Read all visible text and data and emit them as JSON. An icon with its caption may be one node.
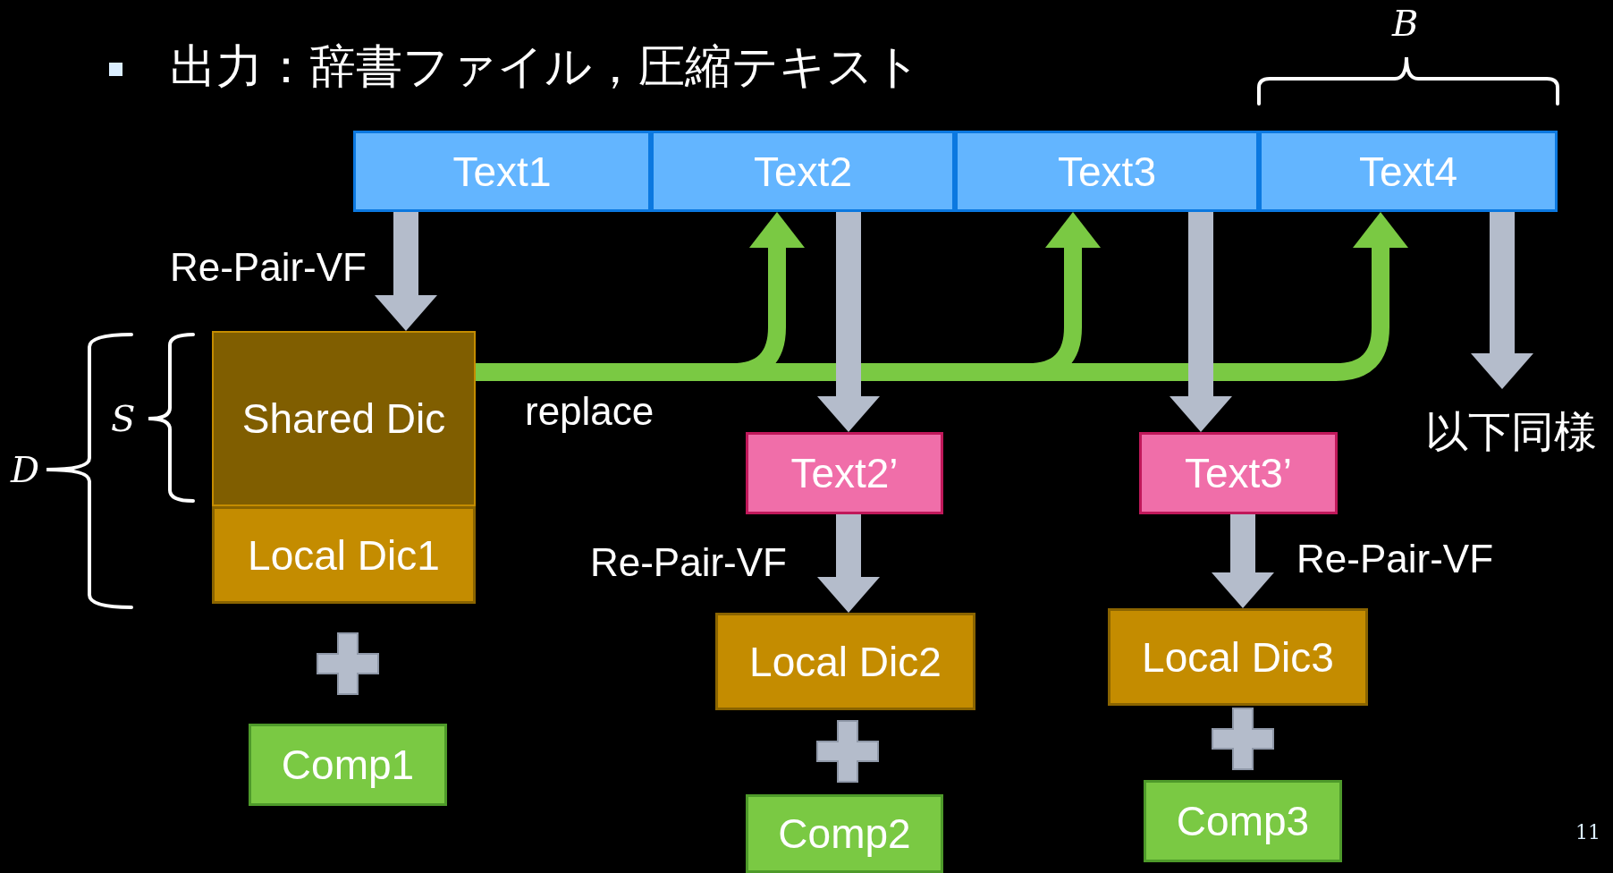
{
  "diagram": {
    "nodes": [
      {
        "text": [
          "Text1"
        ]
      },
      {
        "text": [
          "Text2"
        ]
      },
      {
        "text": [
          "Text3"
        ]
      },
      {
        "text": [
          "Text4"
        ]
      },
      {
        "text": [
          "Shared Dic"
        ]
      },
      {
        "text": [
          "Local Dic1"
        ]
      },
      {
        "text": [
          "Comp1"
        ]
      },
      {
        "text": [
          "Text2’"
        ]
      },
      {
        "text": [
          "Local Dic2"
        ]
      },
      {
        "text": [
          "Comp2"
        ]
      },
      {
        "text": [
          "Text3’"
        ]
      },
      {
        "text": [
          "Local Dic3"
        ]
      },
      {
        "text": [
          "Comp3"
        ]
      }
    ],
    "edges": [
      {
        "from": 0,
        "to": 4,
        "arrow": "to",
        "label": "Re-Pair-VF"
      },
      {
        "from": 4,
        "to": 1,
        "arrow": "to",
        "label": "replace",
        "color": "#7ac943"
      },
      {
        "from": 4,
        "to": 2,
        "arrow": "to",
        "color": "#7ac943"
      },
      {
        "from": 4,
        "to": 3,
        "arrow": "to",
        "color": "#7ac943"
      },
      {
        "from": 1,
        "to": 7,
        "arrow": "to"
      },
      {
        "from": 7,
        "to": 8,
        "arrow": "to",
        "label": "Re-Pair-VF"
      },
      {
        "from": 2,
        "to": 10,
        "arrow": "to"
      },
      {
        "from": 10,
        "to": 11,
        "arrow": "to",
        "label": "Re-Pair-VF"
      },
      {
        "from": 3,
        "to": null,
        "arrow": "to"
      }
    ],
    "labels": [
      "出力：辞書ファイル，圧縮テキスト",
      "B",
      "S",
      "D",
      "以下同様",
      "11"
    ]
  }
}
